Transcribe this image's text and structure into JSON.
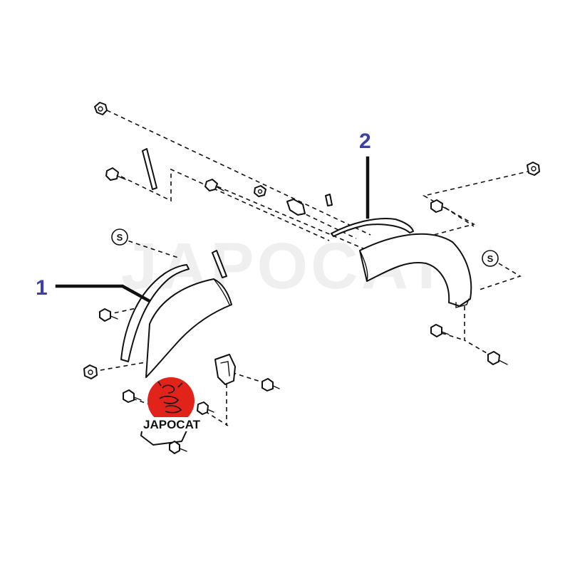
{
  "callouts": [
    {
      "id": "1",
      "label": "1"
    },
    {
      "id": "2",
      "label": "2"
    }
  ],
  "clip_markings": [
    "S",
    "S"
  ],
  "watermark": {
    "text": "JAPOCAT"
  },
  "logo": {
    "text": "JAPOCAT",
    "color": "#e2231a"
  },
  "colors": {
    "callout": "#3b3fa8",
    "line": "#111111"
  }
}
